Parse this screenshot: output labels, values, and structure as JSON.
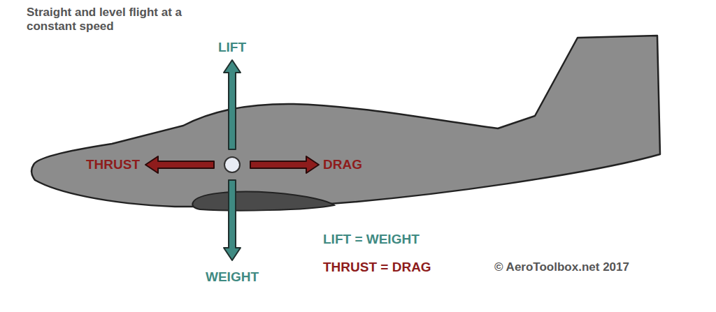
{
  "diagram": {
    "title": "Straight and level flight at a constant speed",
    "labels": [
      "LIFT",
      "THRUST",
      "DRAG",
      "WEIGHT",
      "LIFT = WEIGHT",
      "THRUST = DRAG",
      "© AeroToolbox.net 2017"
    ]
  }
}
